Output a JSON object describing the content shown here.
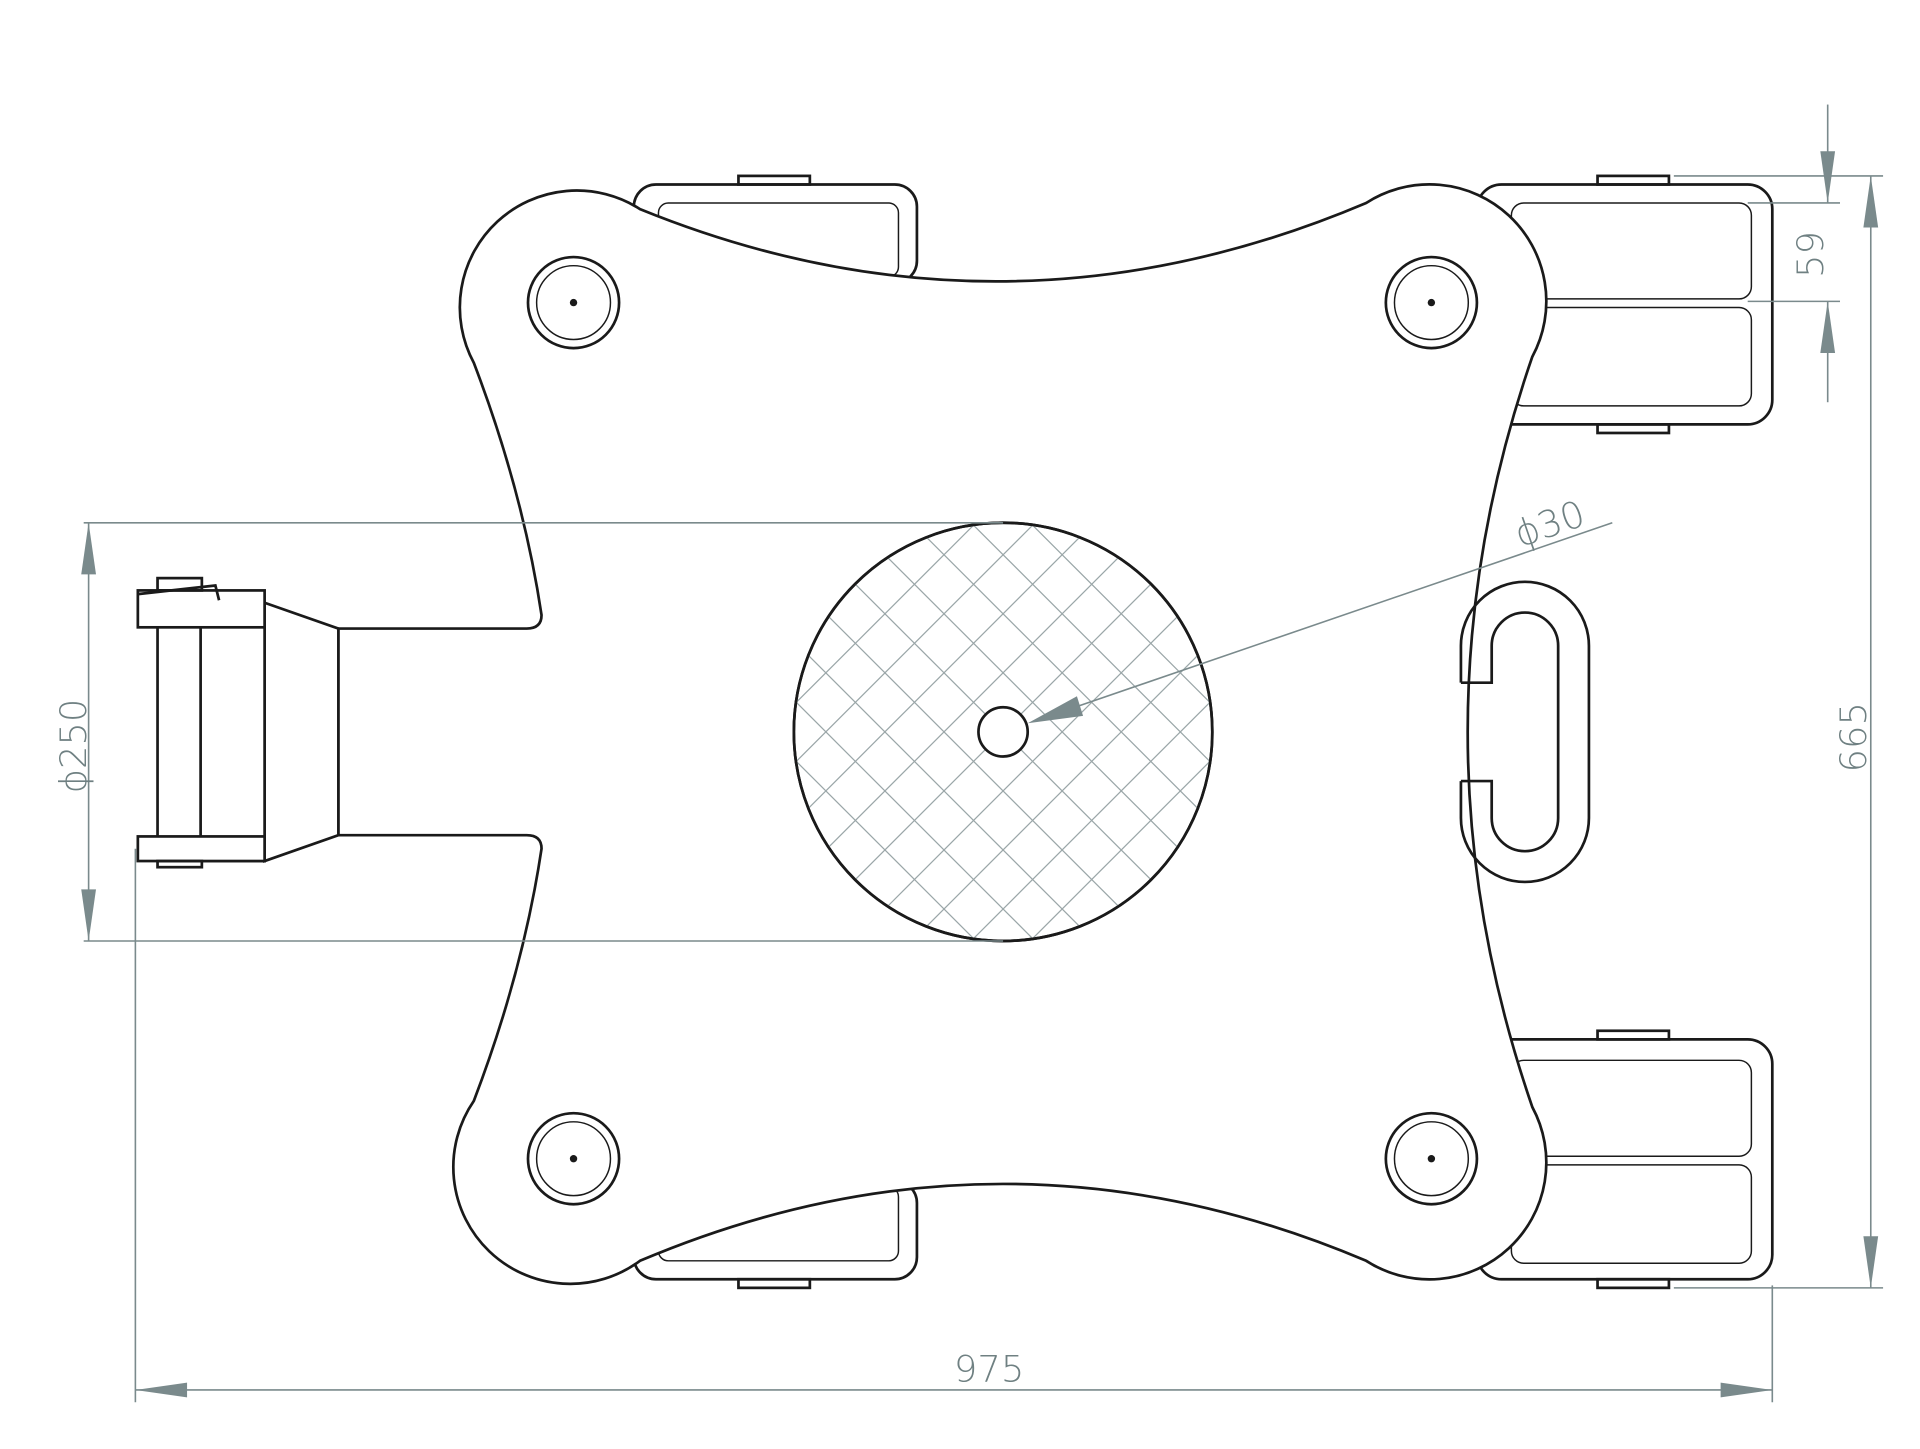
{
  "drawing": {
    "dimension_color": "#7a8a8c",
    "line_color": "#1a1a1a",
    "dimensions": {
      "height_total": "665",
      "width_total": "975",
      "roller_width": "59",
      "turntable_diameter": "ϕ250",
      "center_hole_diameter": "ϕ30"
    }
  }
}
